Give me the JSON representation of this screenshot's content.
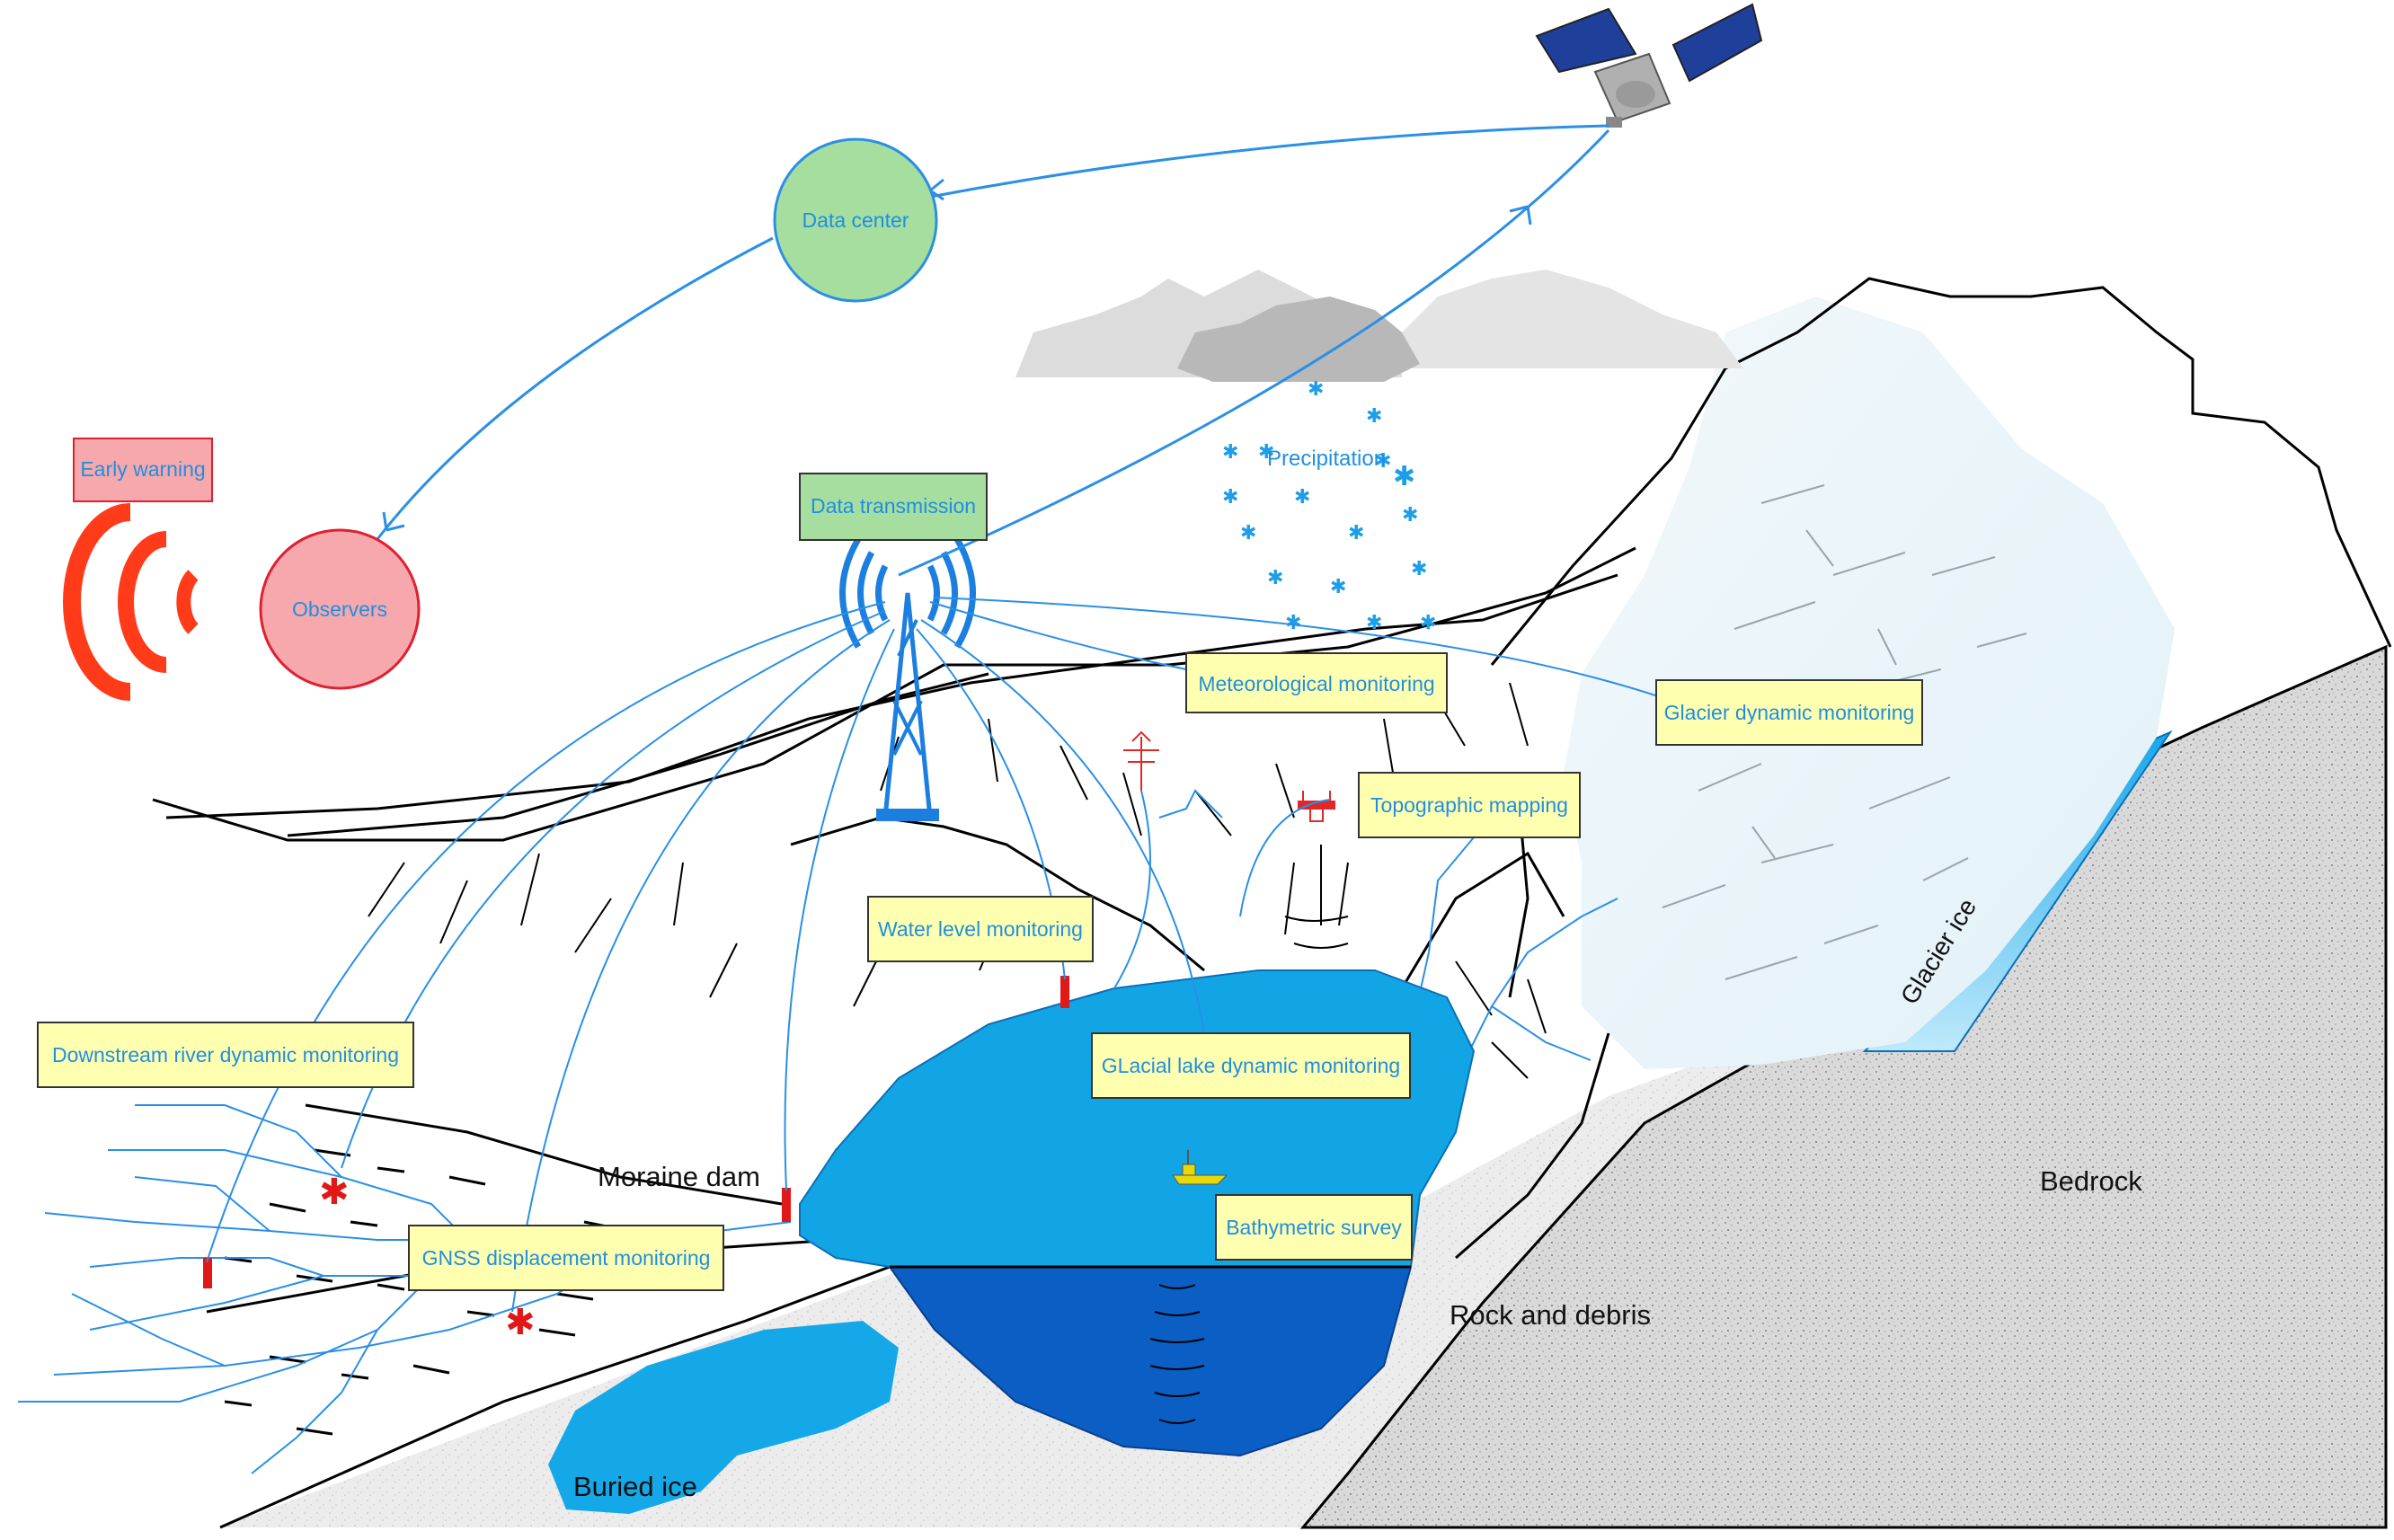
{
  "nodes": {
    "data_center": "Data center",
    "observers": "Observers",
    "early_warning": "Early warning",
    "data_transmission": "Data transmission"
  },
  "monitoring": {
    "meteorological": "Meteorological monitoring",
    "glacier_dynamic": "Glacier dynamic monitoring",
    "topographic": "Topographic mapping",
    "water_level": "Water level monitoring",
    "glacial_lake": "GLacial lake dynamic monitoring",
    "downstream_river": "Downstream river dynamic monitoring",
    "gnss": "GNSS displacement monitoring",
    "bathymetric": "Bathymetric survey"
  },
  "landscape": {
    "precipitation": "Precipitation",
    "moraine_dam": "Moraine dam",
    "rock_and_debris": "Rock and debris",
    "bedrock": "Bedrock",
    "buried_ice": "Buried ice",
    "glacier_ice": "Glacier ice"
  },
  "colors": {
    "link_blue": "#2a8fe6",
    "lake_blue": "#12a5e6",
    "deep_lake_blue": "#0a5ec4",
    "data_center_green": "#a6dea0",
    "observers_pink": "#f7a8ac",
    "warning_red": "#ff3b1a",
    "label_yellow": "#ffffb0"
  }
}
